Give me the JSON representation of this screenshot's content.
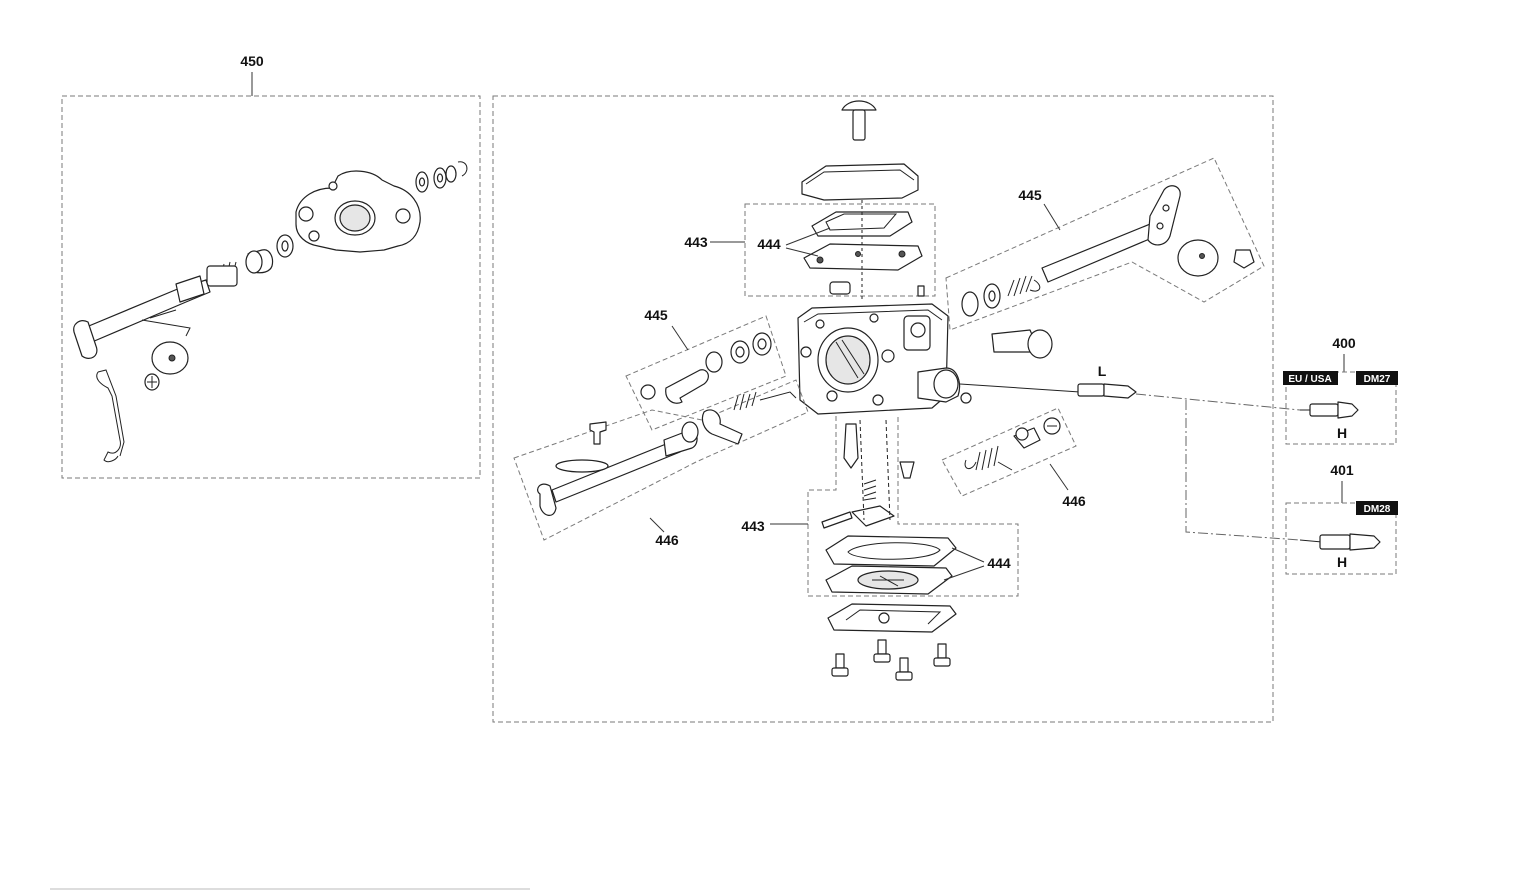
{
  "callouts": {
    "c450": "450",
    "c445_right": "445",
    "c443_top": "443",
    "c444_top": "444",
    "c445_left": "445",
    "c446_left": "446",
    "c446_right": "446",
    "c443_bottom": "443",
    "c444_bottom": "444",
    "c400": "400",
    "c401": "401",
    "l_label": "L",
    "h_label_400": "H",
    "h_label_401": "H"
  },
  "badges": {
    "eu_usa": "EU / USA",
    "dm27": "DM27",
    "dm28": "DM28"
  },
  "colors": {
    "badge_bg": "#111111",
    "badge_text": "#ffffff",
    "box_stroke": "#7a7a7a",
    "line": "#222222"
  }
}
